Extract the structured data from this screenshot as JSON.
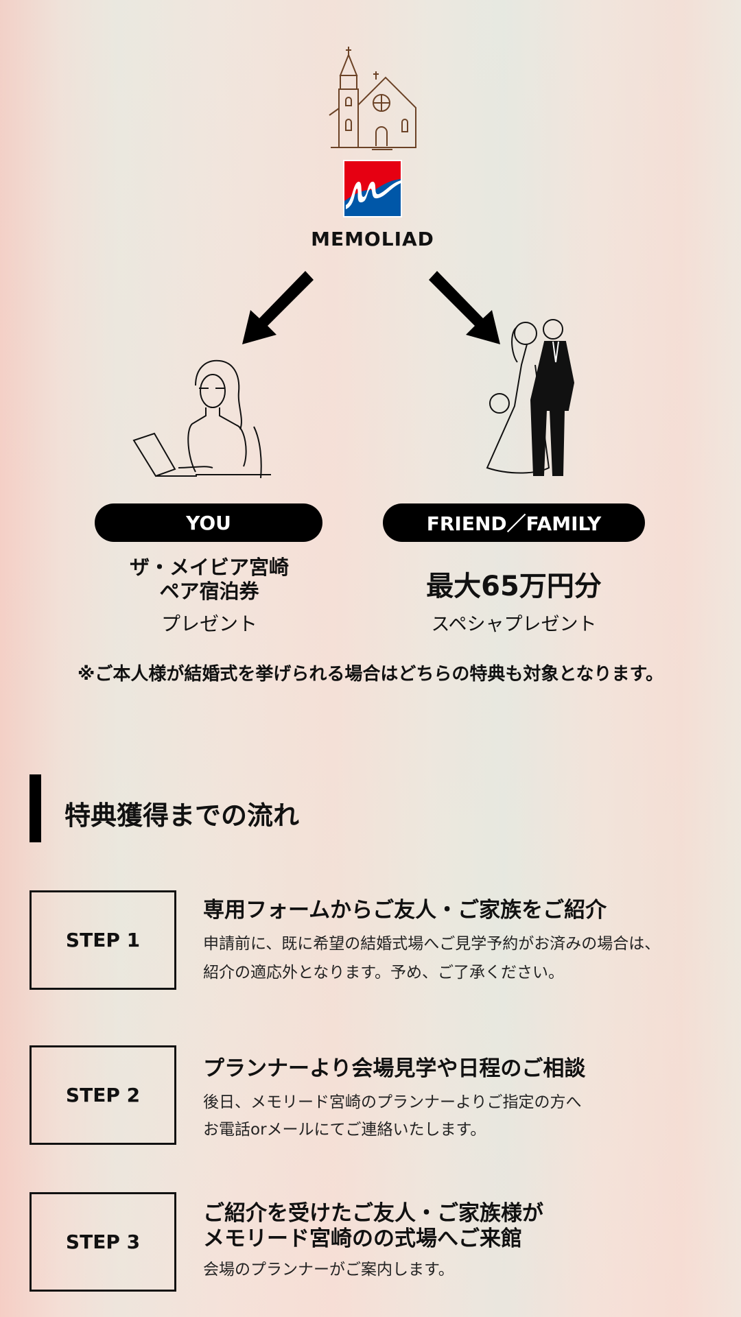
{
  "brand": {
    "name": "MEMOLIAD",
    "colors": {
      "red": "#e60012",
      "blue": "#0057a8",
      "church": "#6b4226"
    }
  },
  "icons": [
    "church-icon",
    "memoliad-logo",
    "arrow-down-left-icon",
    "arrow-down-right-icon",
    "woman-laptop-illustration",
    "couple-illustration"
  ],
  "you": {
    "label": "YOU",
    "prize_line1": "ザ・メイビア宮崎",
    "prize_line2": "ペア宿泊券",
    "sub": "プレゼント"
  },
  "friend": {
    "label": "FRIEND／FAMILY",
    "prize": "最大65万円分",
    "sub": "スペシャプレゼント"
  },
  "note": "※ご本人様が結婚式を挙げられる場合はどちらの特典も対象となります。",
  "flow": {
    "heading": "特典獲得までの流れ",
    "steps": [
      {
        "label": "STEP 1",
        "title": "専用フォームからご友人・ご家族をご紹介",
        "desc1": "申請前に、既に希望の結婚式場へご見学予約がお済みの場合は、",
        "desc2": "紹介の適応外となります。予め、ご了承ください。"
      },
      {
        "label": "STEP 2",
        "title": "プランナーより会場見学や日程のご相談",
        "desc1": "後日、メモリード宮崎のプランナーよりご指定の方へ",
        "desc2": "お電話orメールにてご連絡いたします。"
      },
      {
        "label": "STEP 3",
        "title": "ご紹介を受けたご友人・ご家族様が",
        "title2": "メモリード宮崎のの式場へご来館",
        "desc1": "会場のプランナーがご案内します。"
      }
    ]
  }
}
